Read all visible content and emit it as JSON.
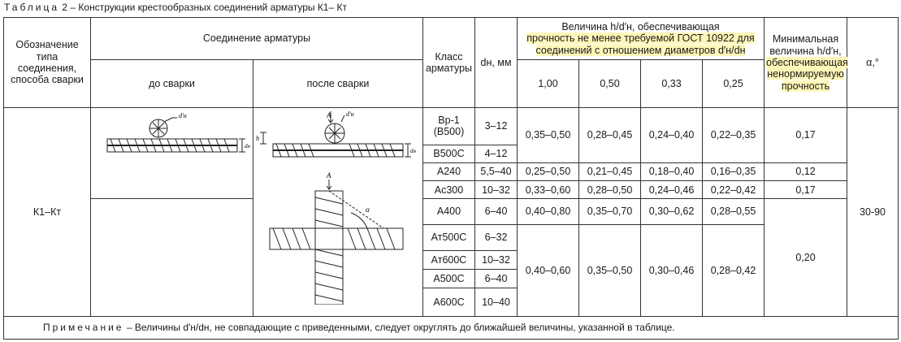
{
  "caption": {
    "word": "Таблица",
    "rest": "2 – Конструкции  крестообразных соединений арматуры К1– Кт"
  },
  "header": {
    "col_type": "Обозначение типа соединения, способа сварки",
    "col_joint": "Соединение арматуры",
    "col_before": "до сварки",
    "col_after": "после сварки",
    "col_class": "Класс арматуры",
    "col_d": "dн, мм",
    "col_ratio_top": "Величина h/d′н, обеспечивающая",
    "col_ratio_hl": "прочность не менее требуемой ГОСТ 10922 для соединений с отношением диаметров d′н/dн",
    "ratios": [
      "1,00",
      "0,50",
      "0,33",
      "0,25"
    ],
    "col_min_top": "Минимальная величина h/d′н,",
    "col_min_hl": "обеспечивающая ненормируемую прочность",
    "col_alpha": "α,°"
  },
  "row_type": "К1–Кт",
  "alpha": "30-90",
  "drawing_labels": {
    "dn_prime": "d′н",
    "dn": "dн",
    "h": "h",
    "A": "А",
    "alpha": "α"
  },
  "rows": [
    {
      "cls": "Вр-1 (В500)",
      "d": "3–12"
    },
    {
      "cls": "В500С",
      "d": "4–12"
    },
    {
      "cls": "А240",
      "d": "5,5–40",
      "v": [
        "0,25–0,50",
        "0,21–0,45",
        "0,18–0,40",
        "0,16–0,35"
      ],
      "min": "0,12"
    },
    {
      "cls": "Ас300",
      "d": "10–32",
      "v": [
        "0,33–0,60",
        "0,28–0,50",
        "0,24–0,46",
        "0,22–0,42"
      ],
      "min": "0,17"
    },
    {
      "cls": "А400",
      "d": "6–40",
      "v": [
        "0,40–0,80",
        "0,35–0,70",
        "0,30–0,62",
        "0,28–0,55"
      ]
    },
    {
      "cls": "Ат500С",
      "d": "6–32"
    },
    {
      "cls": "Ат600С",
      "d": "10–32"
    },
    {
      "cls": "А500С",
      "d": "6–40"
    },
    {
      "cls": "А600С",
      "d": "10–40"
    }
  ],
  "group1": {
    "v": [
      "0,35–0,50",
      "0,28–0,45",
      "0,24–0,40",
      "0,22–0,35"
    ],
    "min": "0,17"
  },
  "group2": {
    "v": [
      "0,40–0,60",
      "0,35–0,50",
      "0,30–0,46",
      "0,28–0,42"
    ],
    "min": "0,20"
  },
  "note": {
    "label": "Примечание",
    "text": "– Величины d′н/dн, не совпадающие с приведенными, следует округлять до ближайшей величины, указанной в таблице."
  },
  "colors": {
    "highlight": "#fdf6b8",
    "line": "#333333"
  }
}
